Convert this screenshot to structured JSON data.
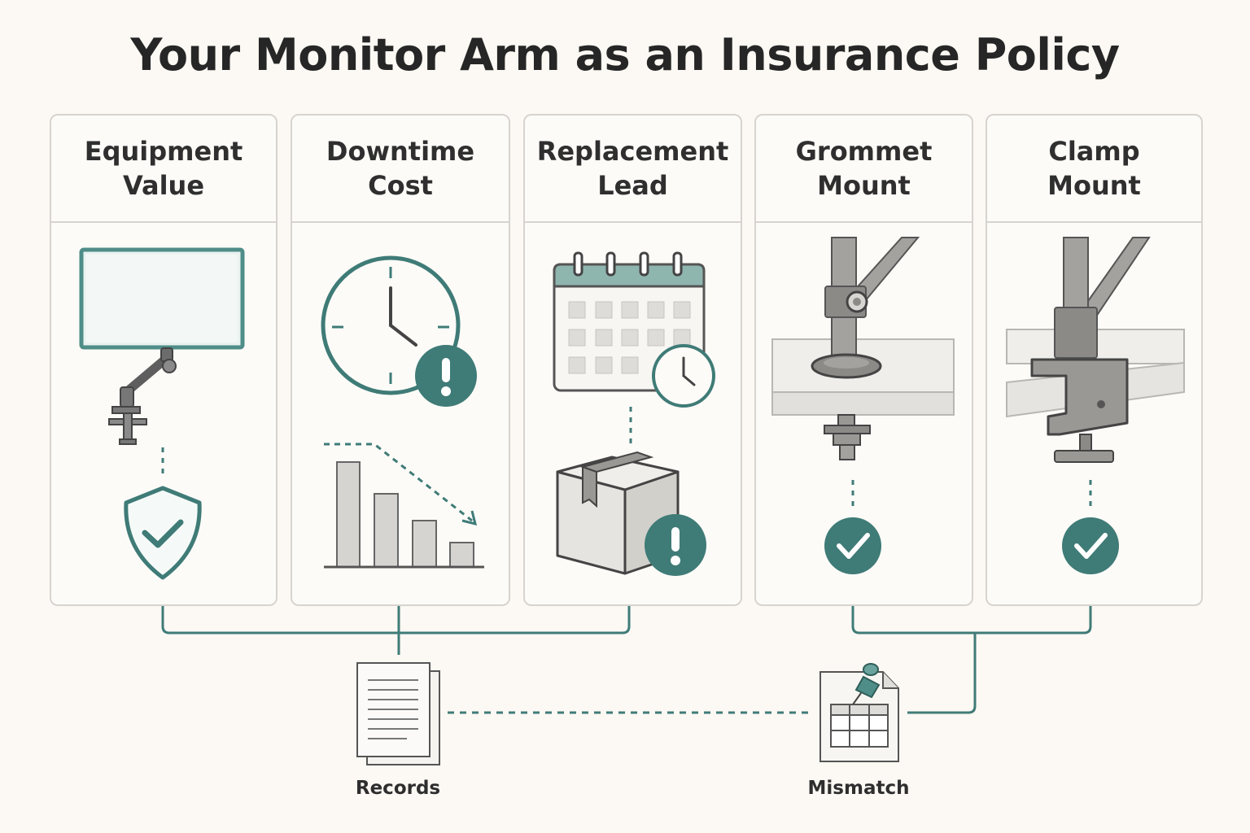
{
  "title": "Your Monitor Arm as an Insurance Policy",
  "colors": {
    "accent": "#3f7b77",
    "panel_gray": "#d8d6d2",
    "outline": "#5a5a5a",
    "background": "#fcf8f3"
  },
  "cards": [
    {
      "line1": "Equipment",
      "line2": "Value",
      "icons": [
        "monitor-arm-icon",
        "shield-check-icon"
      ]
    },
    {
      "line1": "Downtime",
      "line2": "Cost",
      "icons": [
        "clock-icon",
        "alert-icon",
        "declining-bar-chart-icon"
      ]
    },
    {
      "line1": "Replacement",
      "line2": "Lead",
      "icons": [
        "calendar-icon",
        "clock-icon",
        "box-icon",
        "alert-icon"
      ]
    },
    {
      "line1": "Grommet",
      "line2": "Mount",
      "icons": [
        "grommet-mount-icon",
        "check-circle-icon"
      ]
    },
    {
      "line1": "Clamp",
      "line2": "Mount",
      "icons": [
        "clamp-mount-icon",
        "check-circle-icon"
      ]
    }
  ],
  "bottom": {
    "records_label": "Records",
    "mismatch_label": "Mismatch",
    "icons": [
      "documents-icon",
      "pinned-spreadsheet-icon"
    ]
  }
}
